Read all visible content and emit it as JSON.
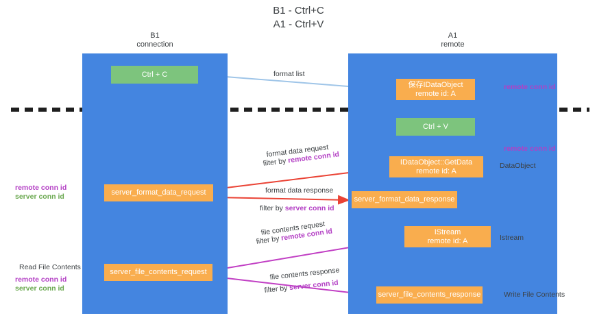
{
  "title": "B1 - Ctrl+C\nA1 - Ctrl+V",
  "lanes": {
    "b1": {
      "name": "B1",
      "role": "connection"
    },
    "a1": {
      "name": "A1",
      "role": "remote"
    }
  },
  "boxes": {
    "ctrl_c": "Ctrl + C",
    "save_idataobject": {
      "line1": "保存IDataObject",
      "line2": "remote id: A"
    },
    "ctrl_v": "Ctrl + V",
    "getdata": {
      "line1": "IDataObject::GetData",
      "line2": "remote id: A"
    },
    "server_format_data_request": "server_format_data_request",
    "server_format_data_response": "server_format_data_response",
    "istream": {
      "line1": "IStream",
      "line2": "remote id: A"
    },
    "server_file_contents_request": "server_file_contents_request",
    "server_file_contents_response": "server_file_contents_response"
  },
  "edge_labels": {
    "format_list": "format list",
    "format_data_request": "format data request",
    "format_data_request_filter_prefix": "filter by ",
    "format_data_request_filter_key": "remote conn id",
    "format_data_response": "format data response",
    "format_data_response_filter_prefix": "filter by ",
    "format_data_response_filter_key": "server conn id",
    "file_contents_request": "file contents request",
    "file_contents_request_filter_prefix": "filter by ",
    "file_contents_request_filter_key": "remote conn id",
    "file_contents_response": "file contents response",
    "file_contents_response_filter_prefix": "filter by ",
    "file_contents_response_filter_key": "server conn id"
  },
  "annotations": {
    "right_remote_conn_id_top": "remote conn id",
    "right_remote_conn_id_mid": "remote conn id",
    "dataobject": "DataObject",
    "istream": "Istream",
    "write_file_contents": "Write File Contents",
    "left_remote_conn_id_mid": "remote conn id",
    "left_server_conn_id_mid": "server conn id",
    "read_file_contents": "Read File Contents",
    "left_remote_conn_id_bottom": "remote conn id",
    "left_server_conn_id_bottom": "server conn id"
  },
  "colors": {
    "lane": "#4485e0",
    "green_box": "#7dc47d",
    "orange_box": "#f9ad4e",
    "purple_text": "#b33fc4",
    "green_text": "#6aa84f",
    "red_arrow": "#ea4335",
    "magenta_arrow": "#c13fc4",
    "light_blue_arrow": "#9fc5e8",
    "black_arrow": "#000000",
    "divider": "#1f1f1f"
  }
}
